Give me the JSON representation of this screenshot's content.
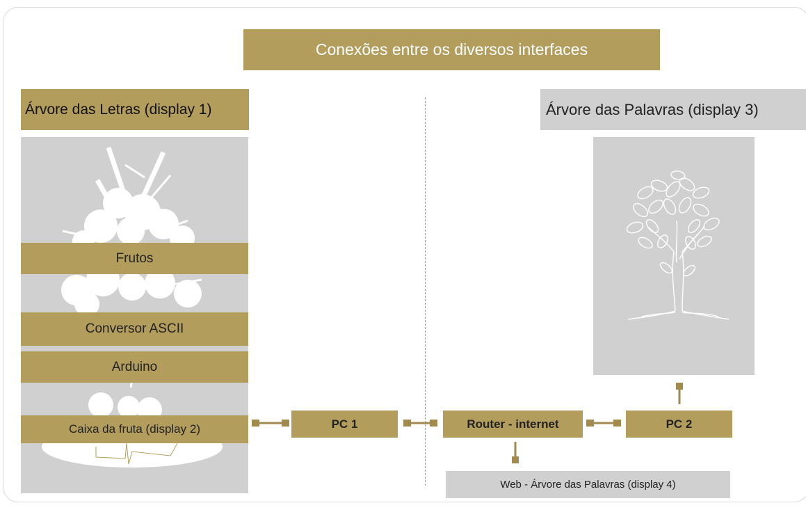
{
  "title": "Conexões entre os diversos interfaces",
  "left_display": {
    "header": "Árvore das Letras (display 1)",
    "bands": {
      "frutos": "Frutos",
      "conversor": "Conversor ASCII",
      "arduino": "Arduino",
      "caixa": "Caixa da fruta (display 2)"
    }
  },
  "right_display": {
    "header": "Árvore das Palavras (display 3)"
  },
  "nodes": {
    "pc1": "PC 1",
    "router": "Router - internet",
    "pc2": "PC 2",
    "web": "Web - Árvore das Palavras (display 4)"
  },
  "colors": {
    "gold": "#b39d5c",
    "grey": "#d0d0d0",
    "connector": "#a08a4e"
  }
}
